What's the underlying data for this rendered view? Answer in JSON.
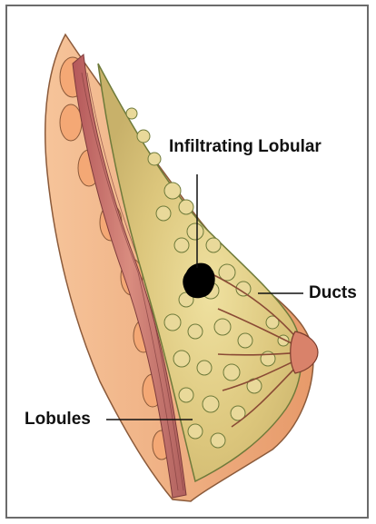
{
  "diagram": {
    "labels": {
      "infiltrating_lobular": "Infiltrating Lobular",
      "ducts": "Ducts",
      "lobules": "Lobules"
    },
    "colors": {
      "border": "#6b6b6b",
      "skin": "#f1b07a",
      "fat": "#e7d58f",
      "muscle": "#c9746a",
      "tumor": "#000000",
      "leader": "#111111"
    }
  }
}
